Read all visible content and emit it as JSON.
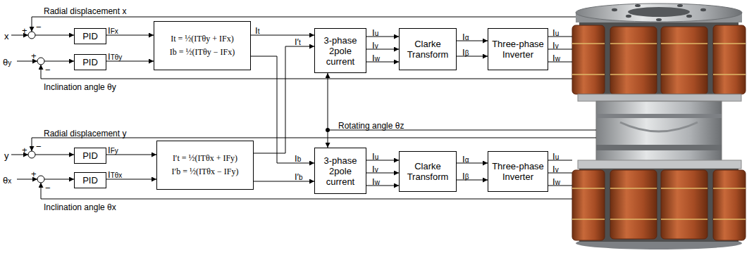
{
  "diagram": {
    "nodes": [
      {
        "text": [
          "PID"
        ]
      },
      {
        "text": [
          "PID"
        ]
      },
      {
        "text": [
          "It = ½(ITθy + IFx)",
          "Ib = ½(ITθy − IFx)"
        ]
      },
      {
        "text": [
          "3-phase 2pole current"
        ]
      },
      {
        "text": [
          "Clarke Transform"
        ]
      },
      {
        "text": [
          "Three-phase Inverter"
        ]
      },
      {
        "text": [
          "PID"
        ]
      },
      {
        "text": [
          "PID"
        ]
      },
      {
        "text": [
          "I′t = ½(ITθx + IFy)",
          "I′b = ½(ITθx − IFy)"
        ]
      },
      {
        "text": [
          "3-phase 2pole current"
        ]
      },
      {
        "text": [
          "Clarke Transform"
        ]
      },
      {
        "text": [
          "Three-phase Inverter"
        ]
      }
    ],
    "edges": [
      {
        "from": 0,
        "to": 2,
        "arrow": "to",
        "label": "IFx"
      },
      {
        "from": 1,
        "to": 2,
        "arrow": "to",
        "label": "ITθy"
      },
      {
        "from": 2,
        "to": 3,
        "arrow": "to",
        "label": "It"
      },
      {
        "from": 2,
        "to": 9,
        "arrow": "to",
        "label": "Ib"
      },
      {
        "from": 8,
        "to": 3,
        "arrow": "to",
        "label": "I′t"
      },
      {
        "from": 8,
        "to": 9,
        "arrow": "to",
        "label": "I′b"
      },
      {
        "from": 3,
        "to": 4,
        "arrow": "to",
        "label": "Iu"
      },
      {
        "from": 3,
        "to": 4,
        "arrow": "to",
        "label": "Iv"
      },
      {
        "from": 3,
        "to": 4,
        "arrow": "to",
        "label": "Iw"
      },
      {
        "from": 4,
        "to": 5,
        "arrow": "to",
        "label": "Iα"
      },
      {
        "from": 4,
        "to": 5,
        "arrow": "to",
        "label": "Iβ"
      },
      {
        "from": 6,
        "to": 8,
        "arrow": "to",
        "label": "IFy"
      },
      {
        "from": 7,
        "to": 8,
        "arrow": "to",
        "label": "ITθx"
      },
      {
        "from": 9,
        "to": 10,
        "arrow": "to",
        "label": "Iu"
      },
      {
        "from": 9,
        "to": 10,
        "arrow": "to",
        "label": "Iv"
      },
      {
        "from": 9,
        "to": 10,
        "arrow": "to",
        "label": "Iw"
      },
      {
        "from": 10,
        "to": 11,
        "arrow": "to",
        "label": "Iα"
      },
      {
        "from": 10,
        "to": 11,
        "arrow": "to",
        "label": "Iβ"
      }
    ],
    "labels": [
      "Radial displacement x",
      "x",
      "+",
      "−",
      "θy",
      "+",
      "−",
      "Inclination angle θy",
      "Rotating angle θz",
      "Radial displacement y",
      "y",
      "+",
      "−",
      "θx",
      "+",
      "−",
      "Inclination angle θx",
      "Iu",
      "Iv",
      "Iw",
      "Iu",
      "Iv",
      "Iw"
    ]
  }
}
